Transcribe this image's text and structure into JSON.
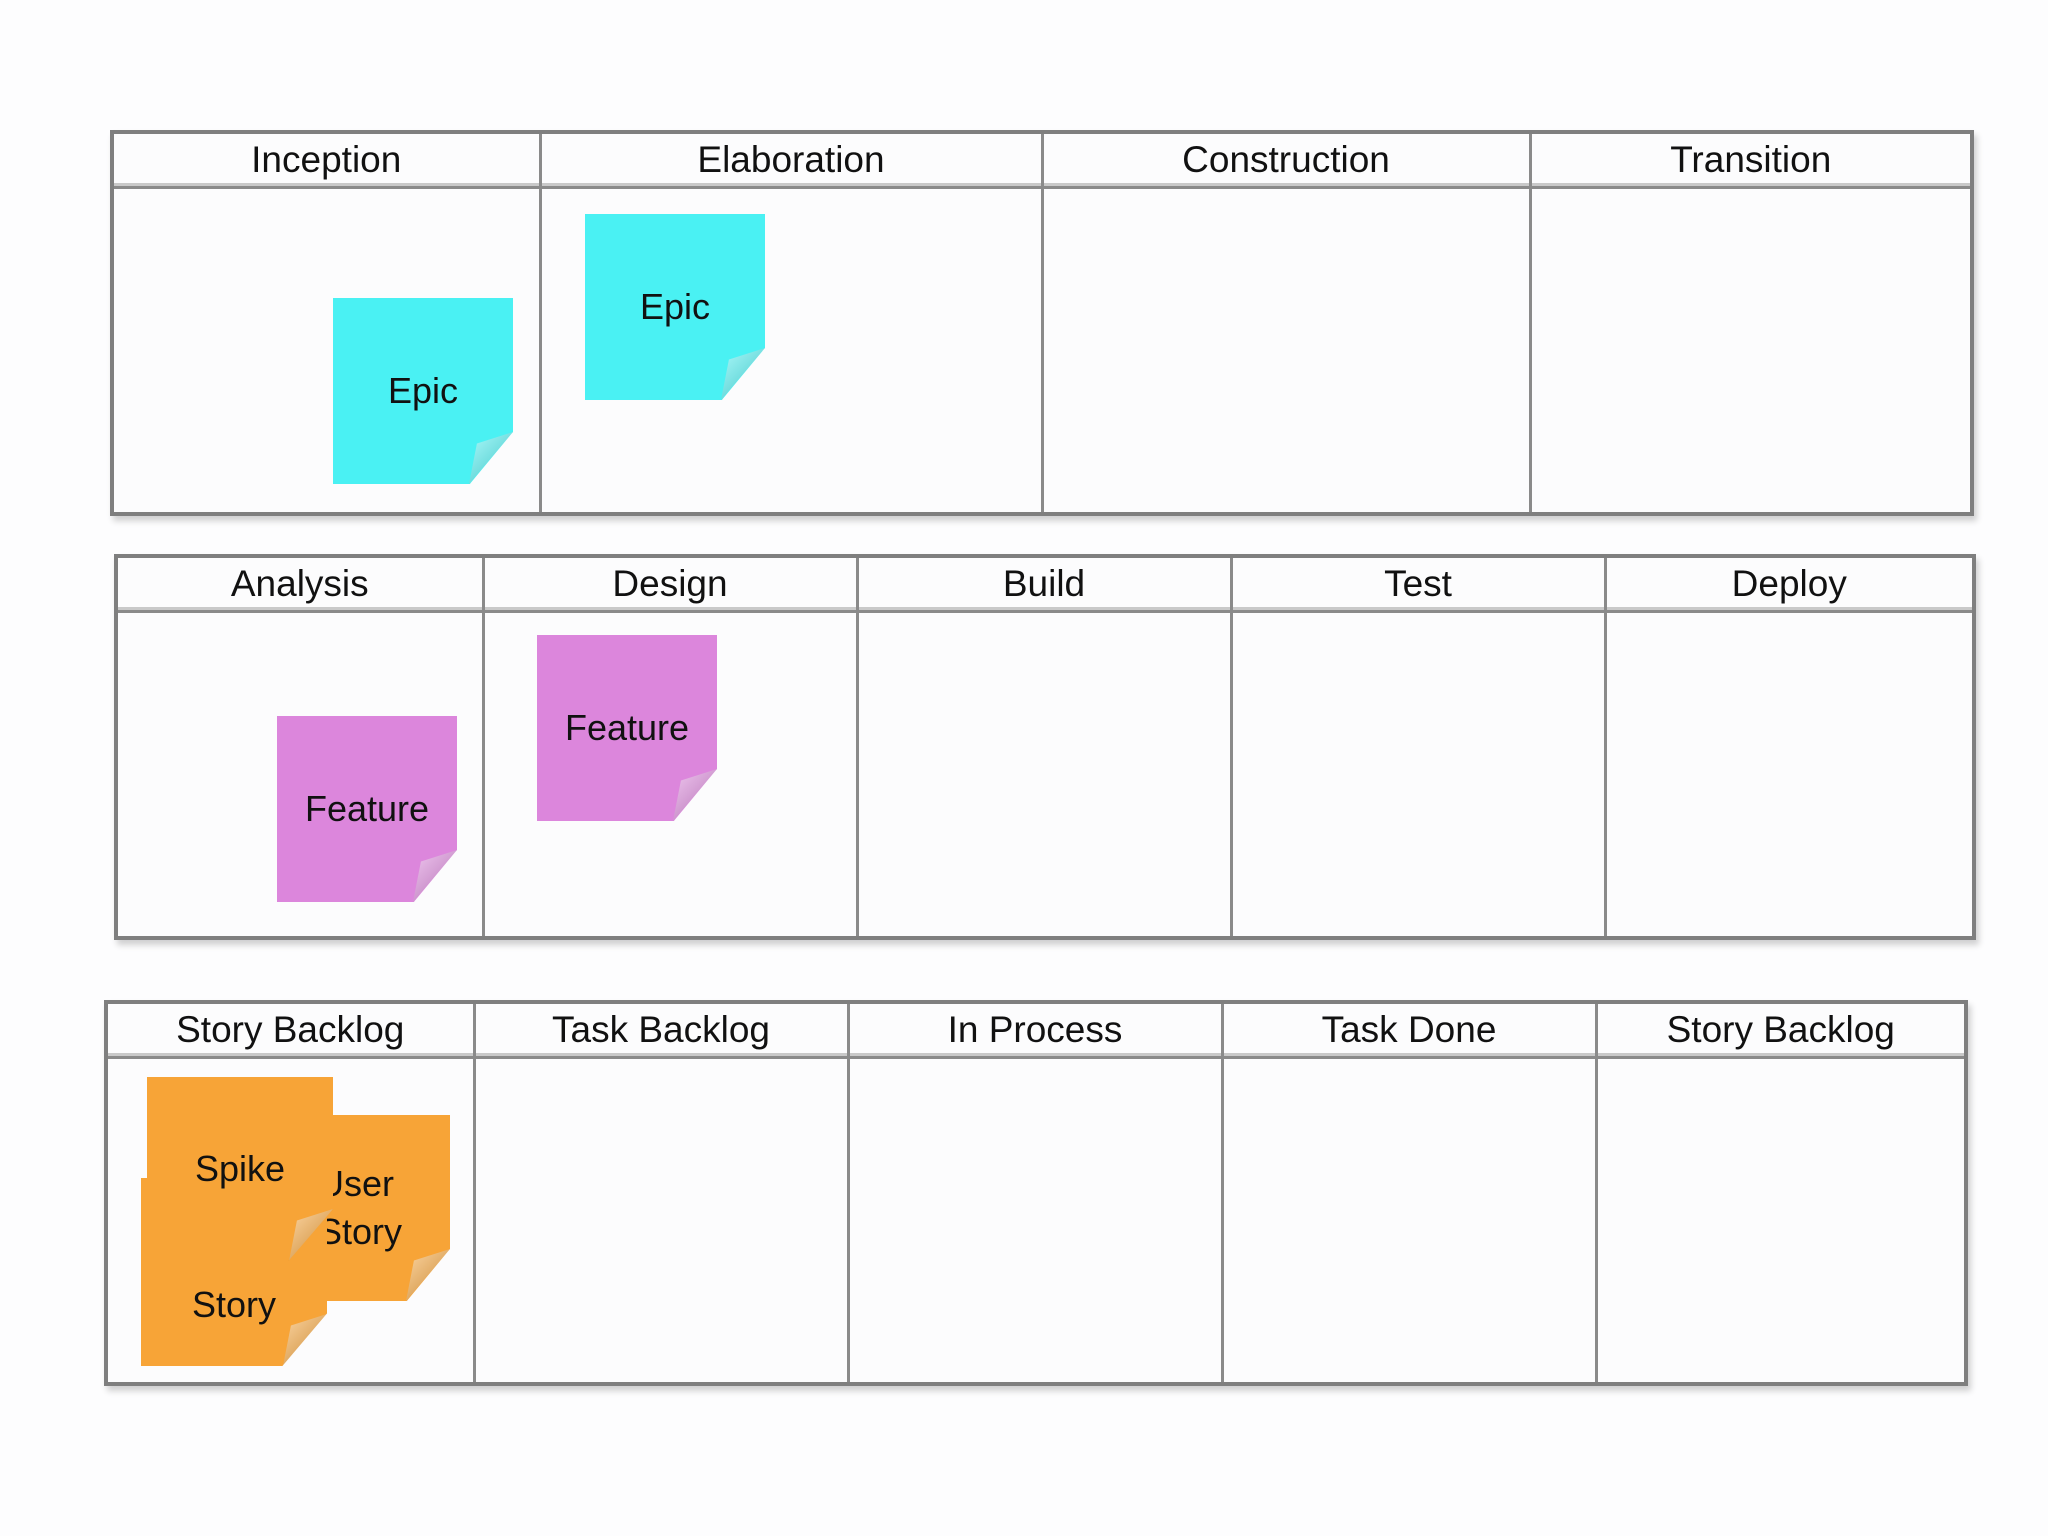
{
  "rows": [
    {
      "columns": [
        "Inception",
        "Elaboration",
        "Construction",
        "Transition"
      ]
    },
    {
      "columns": [
        "Analysis",
        "Design",
        "Build",
        "Test",
        "Deploy"
      ]
    },
    {
      "columns": [
        "Story Backlog",
        "Task Backlog",
        "In Process",
        "Task Done",
        "Story Backlog"
      ]
    }
  ],
  "notes": {
    "epic_inception": "Epic",
    "epic_elaboration": "Epic",
    "feature_analysis": "Feature",
    "feature_design": "Feature",
    "user_story_line1": "User",
    "user_story_line2": "Story",
    "spike": "Spike",
    "story": "Story"
  },
  "colors": {
    "epic": "#4af1f3",
    "feature": "#dc86dc",
    "story": "#f7a437",
    "grid": "#8a8a8a"
  }
}
